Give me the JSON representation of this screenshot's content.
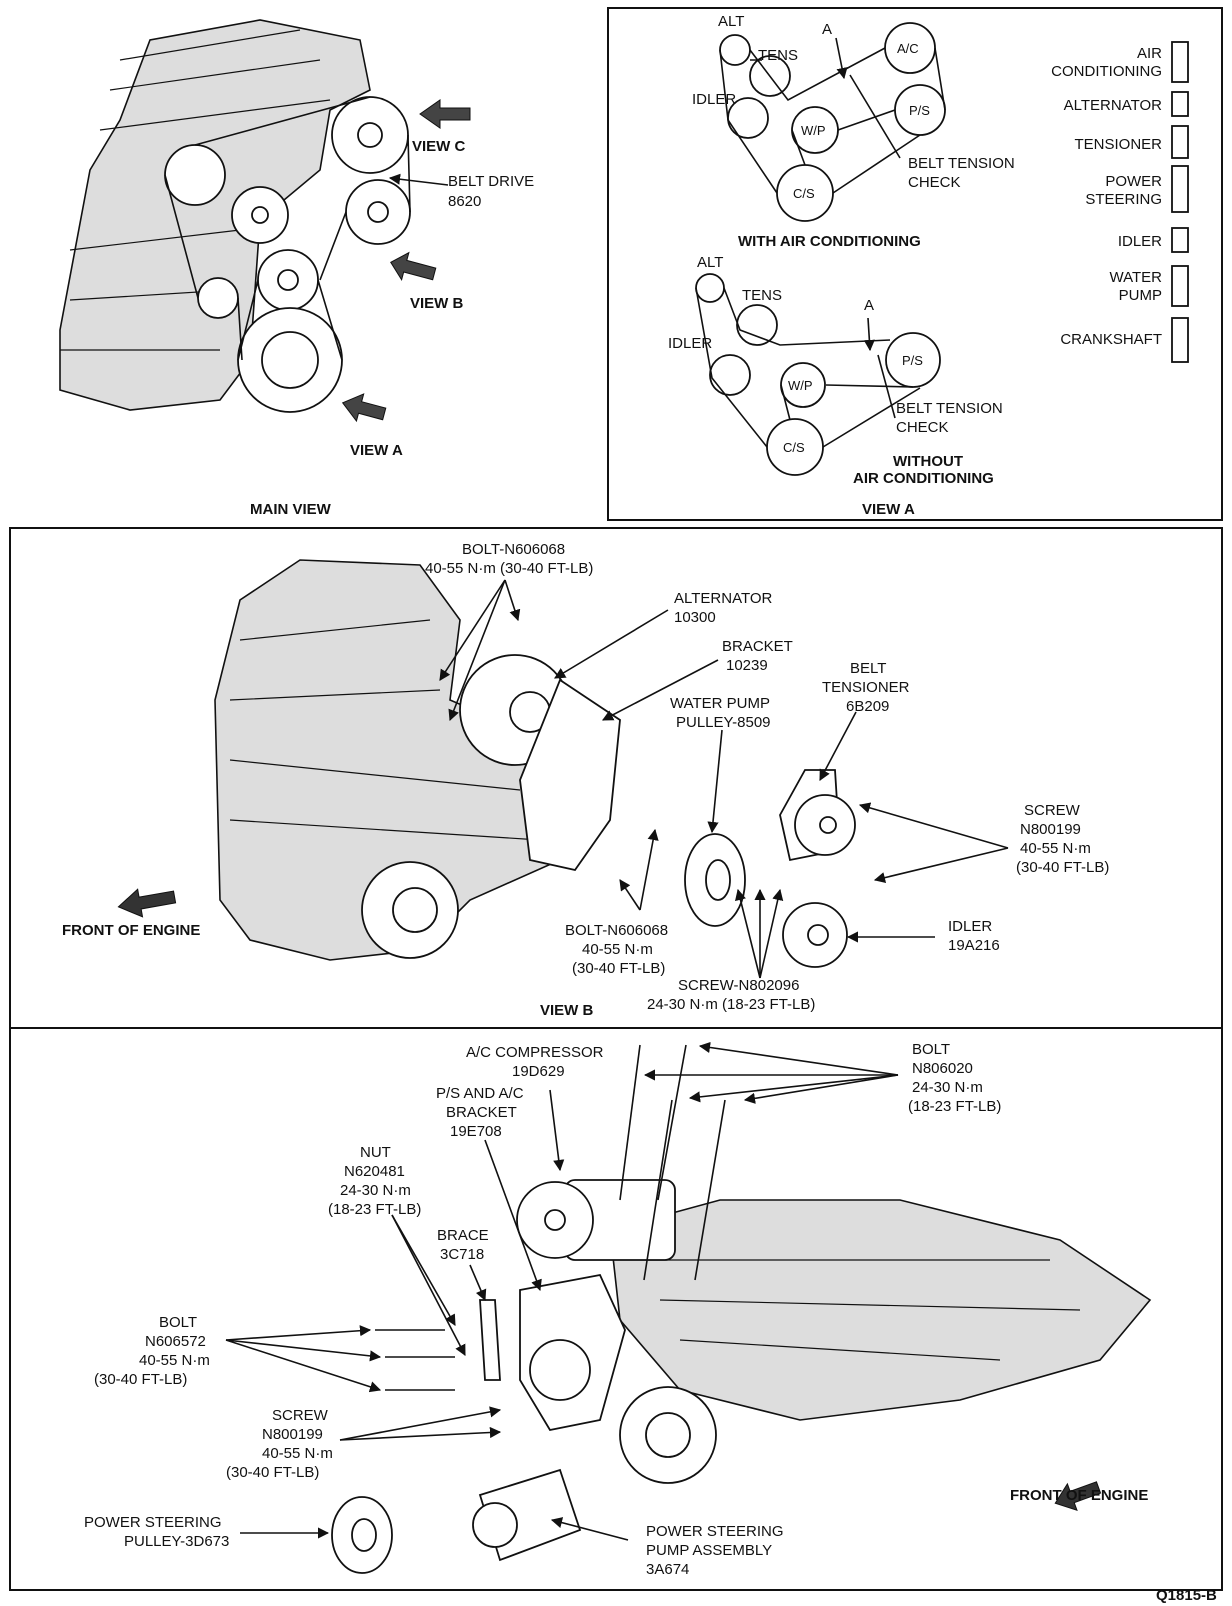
{
  "figure_id": "Q1815-B",
  "main_view": {
    "title": "MAIN VIEW",
    "labels": {
      "view_c": "VIEW C",
      "view_b": "VIEW B",
      "view_a": "VIEW A",
      "belt_drive_1": "BELT DRIVE",
      "belt_drive_2": "8620"
    }
  },
  "view_a": {
    "title": "VIEW A",
    "with_ac": {
      "caption": "WITH AIR CONDITIONING",
      "pulleys": {
        "alt": "ALT",
        "tens": "TENS",
        "idler": "IDLER",
        "ac": "A/C",
        "ps": "P/S",
        "wp": "W/P",
        "cs": "C/S"
      },
      "marker": "A",
      "check_1": "BELT TENSION",
      "check_2": "CHECK"
    },
    "without_ac": {
      "caption_1": "WITHOUT",
      "caption_2": "AIR CONDITIONING",
      "pulleys": {
        "alt": "ALT",
        "tens": "TENS",
        "idler": "IDLER",
        "ps": "P/S",
        "wp": "W/P",
        "cs": "C/S"
      },
      "marker": "A",
      "check_1": "BELT TENSION",
      "check_2": "CHECK"
    },
    "legend": [
      {
        "l1": "AIR",
        "l2": "CONDITIONING",
        "pattern": "hatch"
      },
      {
        "l1": "ALTERNATOR",
        "l2": "",
        "pattern": "hatch"
      },
      {
        "l1": "TENSIONER",
        "l2": "",
        "pattern": "plain"
      },
      {
        "l1": "POWER",
        "l2": "STEERING",
        "pattern": "hatch"
      },
      {
        "l1": "IDLER",
        "l2": "",
        "pattern": "plain"
      },
      {
        "l1": "WATER",
        "l2": "PUMP",
        "pattern": "plain"
      },
      {
        "l1": "CRANKSHAFT",
        "l2": "",
        "pattern": "hatch"
      }
    ]
  },
  "view_b": {
    "title": "VIEW B",
    "front_of_engine": "FRONT OF ENGINE",
    "bolt_top_1": "BOLT-N606068",
    "bolt_top_2": "40-55 N·m (30-40 FT-LB)",
    "alternator_1": "ALTERNATOR",
    "alternator_2": "10300",
    "bracket_1": "BRACKET",
    "bracket_2": "10239",
    "wp_pulley_1": "WATER PUMP",
    "wp_pulley_2": "PULLEY-8509",
    "tensioner_1": "BELT",
    "tensioner_2": "TENSIONER",
    "tensioner_3": "6B209",
    "screw_1": "SCREW",
    "screw_2": "N800199",
    "screw_3": "40-55 N·m",
    "screw_4": "(30-40 FT-LB)",
    "bolt_bot_1": "BOLT-N606068",
    "bolt_bot_2": "40-55 N·m",
    "bolt_bot_3": "(30-40 FT-LB)",
    "idler_1": "IDLER",
    "idler_2": "19A216",
    "screw_b_1": "SCREW-N802096",
    "screw_b_2": "24-30 N·m (18-23 FT-LB)"
  },
  "view_c": {
    "front_of_engine": "FRONT OF ENGINE",
    "ac_comp_1": "A/C COMPRESSOR",
    "ac_comp_2": "19D629",
    "ps_bracket_1": "P/S AND A/C",
    "ps_bracket_2": "BRACKET",
    "ps_bracket_3": "19E708",
    "bolt_r_1": "BOLT",
    "bolt_r_2": "N806020",
    "bolt_r_3": "24-30 N·m",
    "bolt_r_4": "(18-23 FT-LB)",
    "nut_1": "NUT",
    "nut_2": "N620481",
    "nut_3": "24-30 N·m",
    "nut_4": "(18-23 FT-LB)",
    "brace_1": "BRACE",
    "brace_2": "3C718",
    "bolt_l_1": "BOLT",
    "bolt_l_2": "N606572",
    "bolt_l_3": "40-55 N·m",
    "bolt_l_4": "(30-40 FT-LB)",
    "screw_1": "SCREW",
    "screw_2": "N800199",
    "screw_3": "40-55 N·m",
    "screw_4": "(30-40 FT-LB)",
    "ps_pulley_1": "POWER STEERING",
    "ps_pulley_2": "PULLEY-3D673",
    "ps_pump_1": "POWER STEERING",
    "ps_pump_2": "PUMP ASSEMBLY",
    "ps_pump_3": "3A674"
  }
}
